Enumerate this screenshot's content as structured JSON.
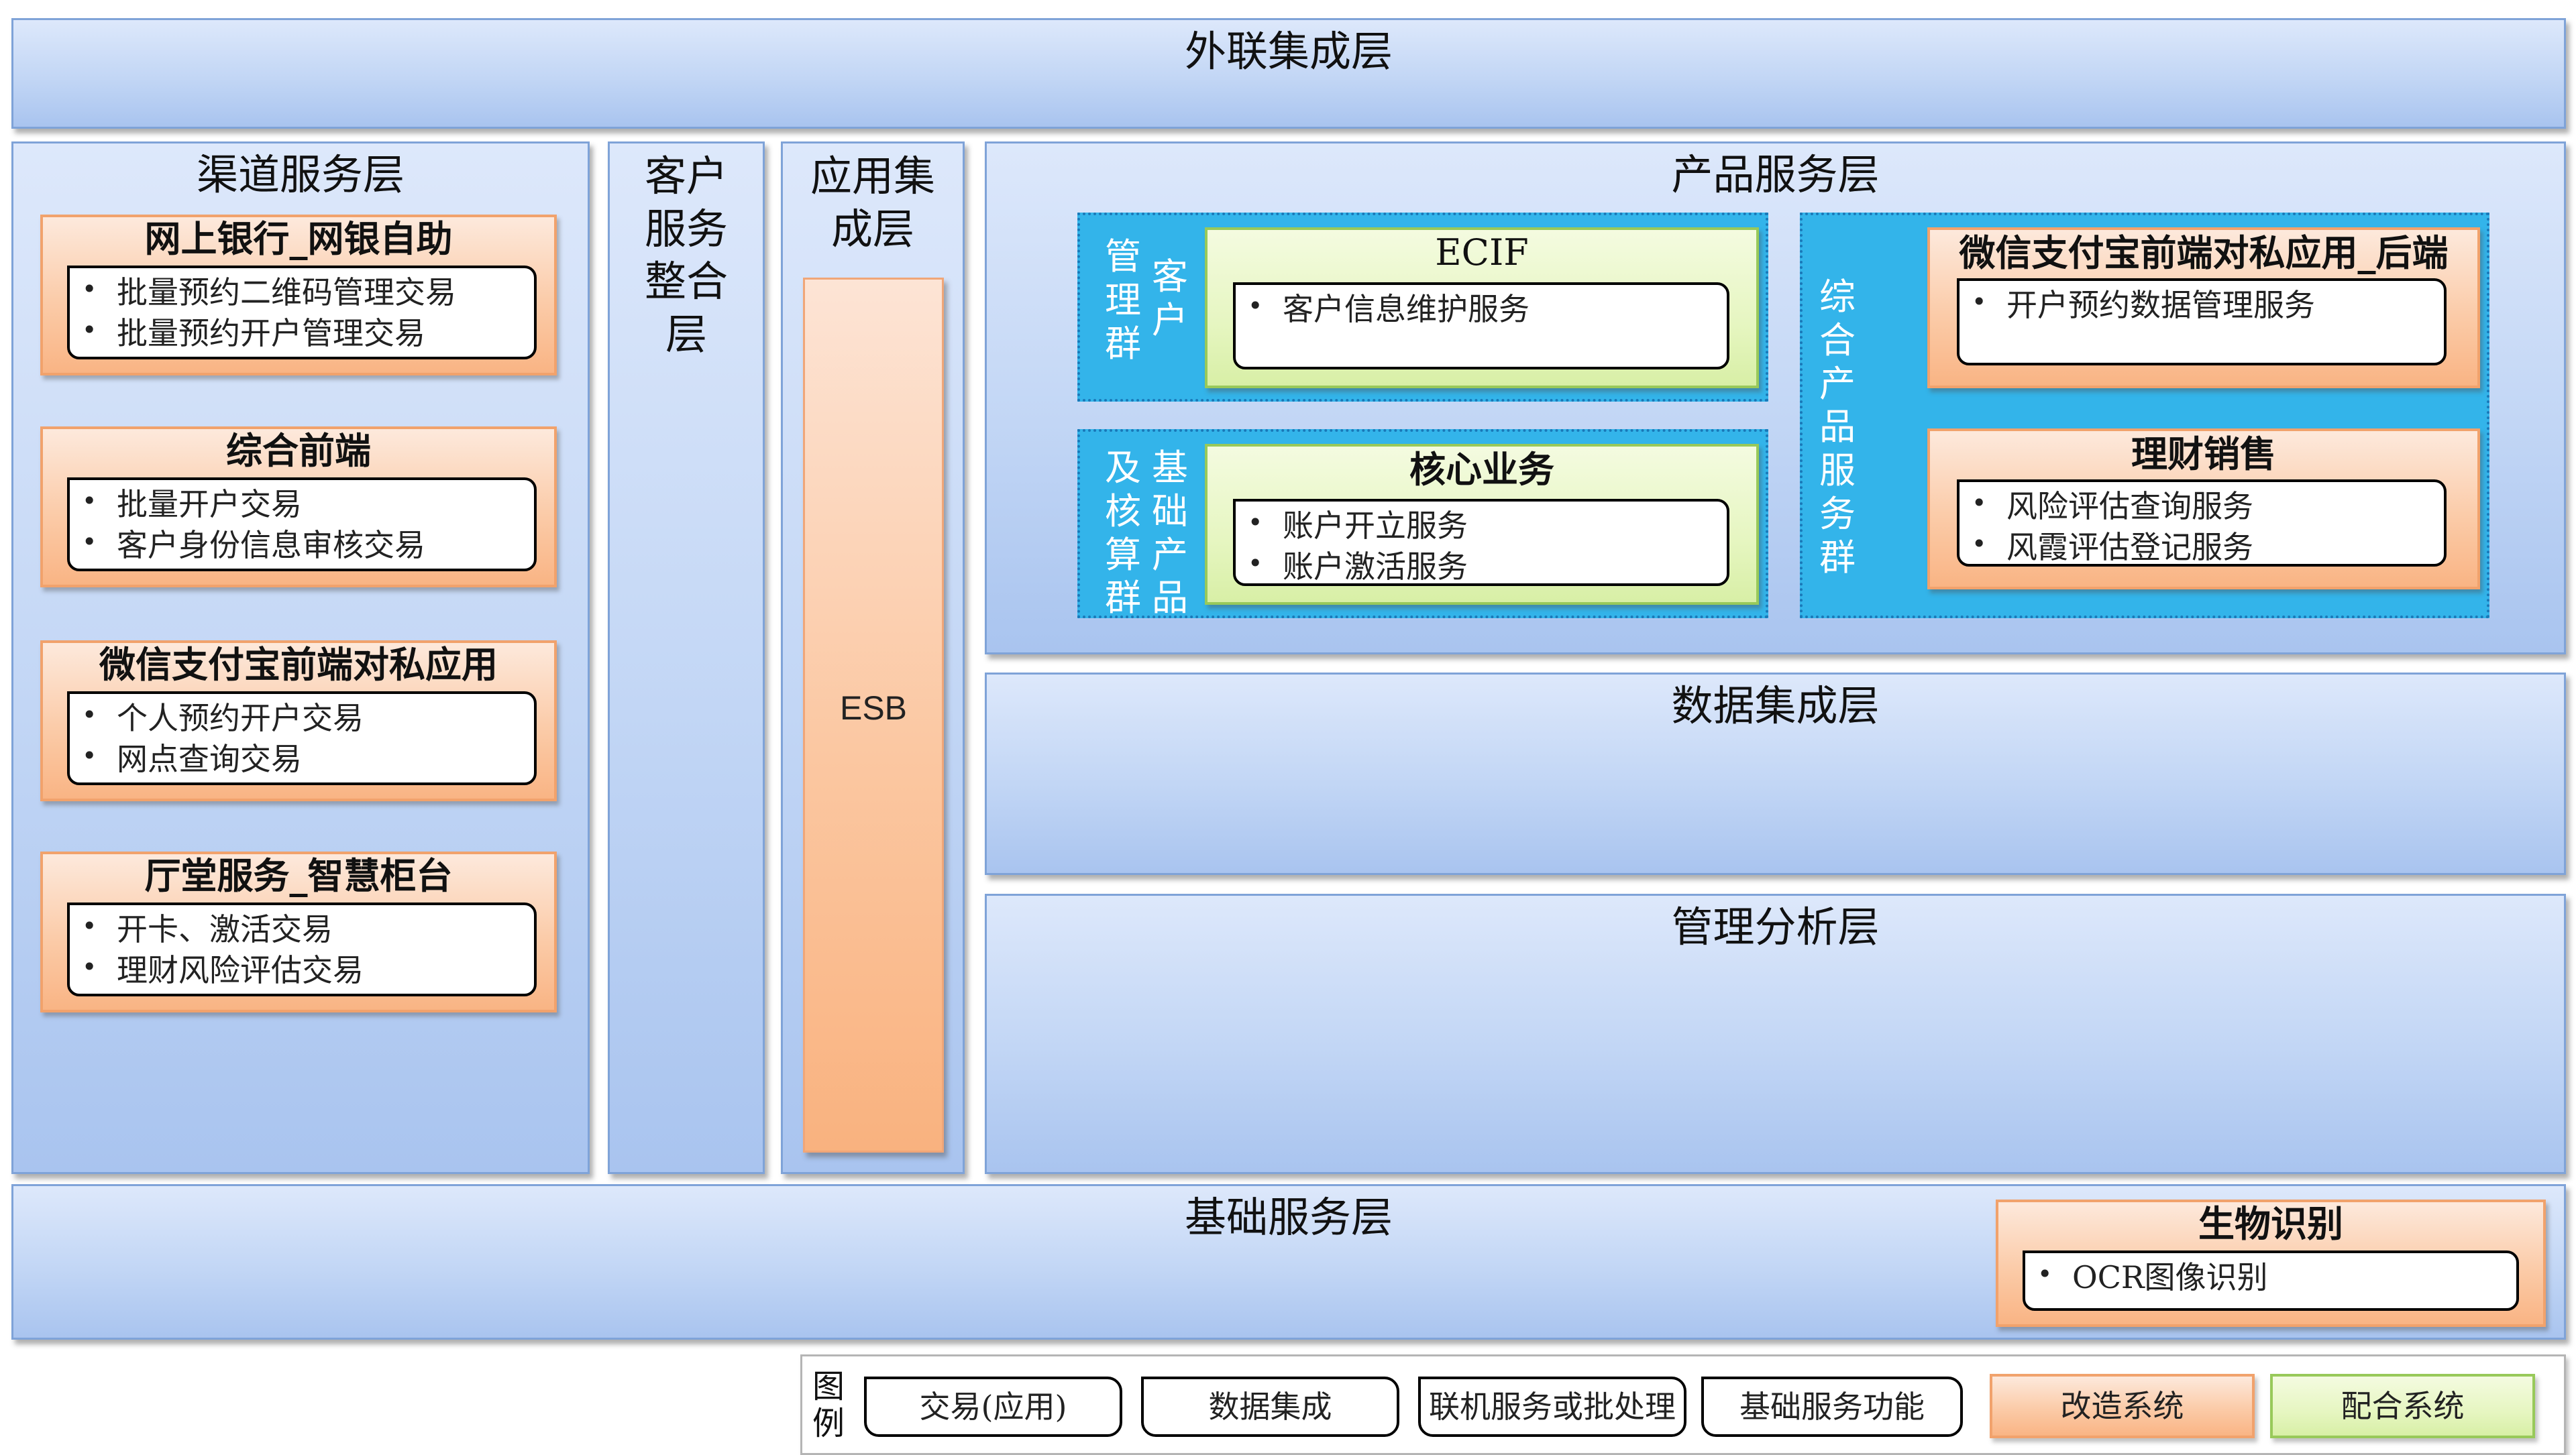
{
  "layers": {
    "external": "外联集成层",
    "channel": "渠道服务层",
    "customer_integration": [
      "客户",
      "服务",
      "整合",
      "层"
    ],
    "app_integration": [
      "应用集",
      "成层"
    ],
    "esb": "ESB",
    "product": "产品服务层",
    "data": "数据集成层",
    "mgmt": "管理分析层",
    "base": "基础服务层"
  },
  "channel_systems": [
    {
      "title": "网上银行_网银自助",
      "items": [
        "批量预约二维码管理交易",
        "批量预约开户管理交易"
      ]
    },
    {
      "title": "综合前端",
      "items": [
        "批量开户交易",
        "客户身份信息审核交易"
      ]
    },
    {
      "title": "微信支付宝前端对私应用",
      "items": [
        "个人预约开户交易",
        "网点查询交易"
      ]
    },
    {
      "title": "厅堂服务_智慧柜台",
      "items": [
        "开卡、激活交易",
        "理财风险评估交易"
      ]
    }
  ],
  "product": {
    "customer_group": {
      "label_cols": [
        [
          "客",
          "户"
        ],
        [
          "管",
          "理",
          "群"
        ]
      ],
      "system": {
        "title": "ECIF",
        "items": [
          "客户信息维护服务"
        ]
      }
    },
    "core_group": {
      "label_cols": [
        [
          "基",
          "础",
          "产",
          "品"
        ],
        [
          "及",
          "核",
          "算",
          "群"
        ]
      ],
      "system": {
        "title": "核心业务",
        "items": [
          "账户开立服务",
          "账户激活服务"
        ]
      }
    },
    "integrated_group": {
      "label_chars": [
        "综",
        "合",
        "产",
        "品",
        "服",
        "务",
        "群"
      ],
      "systems": [
        {
          "title": "微信支付宝前端对私应用_后端",
          "items": [
            "开户预约数据管理服务"
          ]
        },
        {
          "title": "理财销售",
          "items": [
            "风险评估查询服务",
            "风霞评估登记服务"
          ]
        }
      ]
    }
  },
  "base_system": {
    "title": "生物识别",
    "items": [
      "OCR图像识别"
    ]
  },
  "legend": {
    "label": [
      "图",
      "例"
    ],
    "items": [
      "交易(应用)",
      "数据集成",
      "联机服务或批处理",
      "基础服务功能"
    ],
    "modified": "改造系统",
    "cooperating": "配合系统"
  },
  "colors": {
    "layer_blue": "#c2d6f5",
    "modified_orange": "#fbcba8",
    "cooperating_green": "#e6f6c1",
    "group_blue": "#33b4ea"
  }
}
